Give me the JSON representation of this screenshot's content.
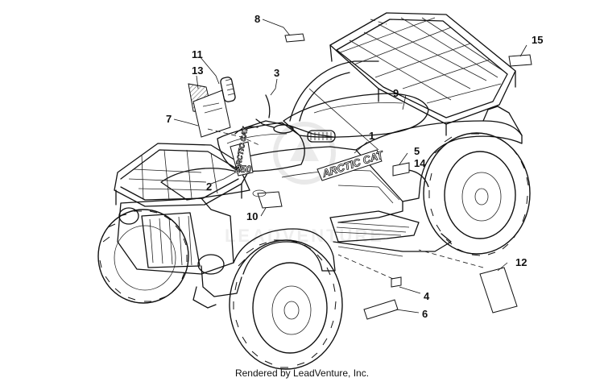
{
  "callouts": [
    "1",
    "2",
    "3",
    "4",
    "5",
    "6",
    "7",
    "8",
    "9",
    "10",
    "11",
    "12",
    "13",
    "14",
    "15"
  ],
  "decal_texts": {
    "tank_logo": "ARCTIC CAT",
    "tank_model": "250",
    "side_logo": "ARCTIC CAT"
  },
  "watermark": "LEADVENTURE",
  "footer": "Rendered by LeadVenture, Inc."
}
